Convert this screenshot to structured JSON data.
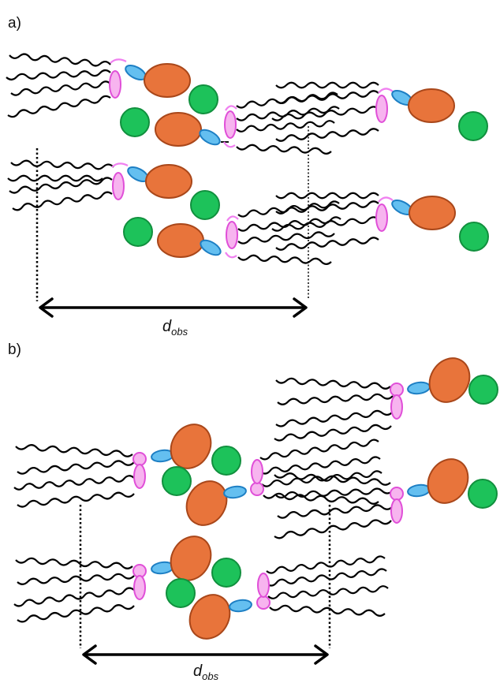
{
  "panels": {
    "a": {
      "label": "a)",
      "distance_symbol": "d",
      "distance_subscript": "obs"
    },
    "b": {
      "label": "b)",
      "distance_symbol": "d",
      "distance_subscript": "obs"
    }
  },
  "colors": {
    "chain": "#000000",
    "headgroup_pink": "#f7b4ef",
    "linker_blue": "#64bff0",
    "domain_orange": "#e8743b",
    "sphere_green": "#1dc25a"
  }
}
